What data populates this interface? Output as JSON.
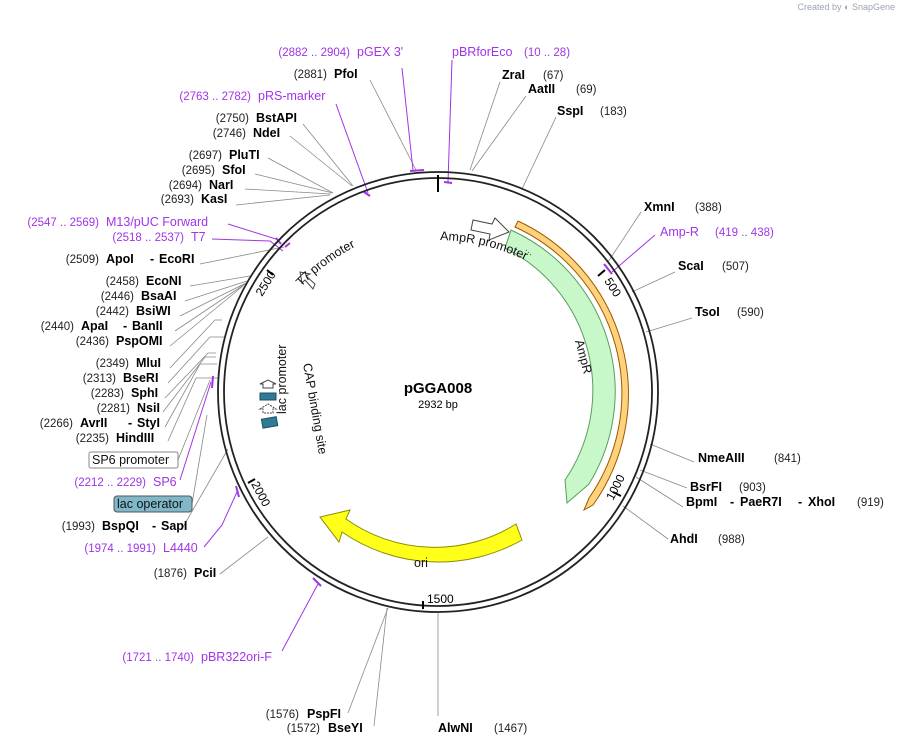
{
  "credit": {
    "prefix": "Created by",
    "brand": "SnapGene"
  },
  "plasmid": {
    "name": "pGGA008",
    "length_label": "2932 bp",
    "length_bp": 2932
  },
  "colors": {
    "primer": "#a034e8",
    "ampr_fill": "#c8f7c9",
    "ampr_stroke": "#5a9e5a",
    "ori_fill": "#ffff1a",
    "ori_stroke": "#8c8c00",
    "orf_fill": "#ffd27d",
    "orf_stroke": "#a05a00",
    "backbone": "#222222",
    "lac_operator_bg": "#7fb8c8"
  },
  "ticks": [
    "500",
    "1000",
    "1500",
    "2000",
    "2500"
  ],
  "enzymes_right": [
    {
      "name": "ZraI",
      "pos": "(67)"
    },
    {
      "name": "AatII",
      "pos": "(69)"
    },
    {
      "name": "SspI",
      "pos": "(183)"
    },
    {
      "name": "XmnI",
      "pos": "(388)"
    },
    {
      "name": "ScaI",
      "pos": "(507)"
    },
    {
      "name": "TsoI",
      "pos": "(590)"
    },
    {
      "name": "NmeAIII",
      "pos": "(841)"
    },
    {
      "name": "BsrFI",
      "pos": "(903)"
    },
    {
      "name": "BpmI",
      "sep1": "-",
      "name2": "PaeR7I",
      "sep2": "-",
      "name3": "XhoI",
      "pos": "(919)"
    },
    {
      "name": "AhdI",
      "pos": "(988)"
    }
  ],
  "enzymes_bottom": [
    {
      "name": "AlwNI",
      "pos": "(1467)"
    },
    {
      "name": "PspFI",
      "pos": "(1576)"
    },
    {
      "name": "BseYI",
      "pos": "(1572)"
    }
  ],
  "enzymes_left": [
    {
      "name": "PfoI",
      "pos": "(2881)"
    },
    {
      "name": "BstAPI",
      "pos": "(2750)"
    },
    {
      "name": "NdeI",
      "pos": "(2746)"
    },
    {
      "name": "PluTI",
      "pos": "(2697)"
    },
    {
      "name": "SfoI",
      "pos": "(2695)"
    },
    {
      "name": "NarI",
      "pos": "(2694)"
    },
    {
      "name": "KasI",
      "pos": "(2693)"
    },
    {
      "name": "ApoI",
      "sep": "-",
      "name2": "EcoRI",
      "pos": "(2509)"
    },
    {
      "name": "EcoNI",
      "pos": "(2458)"
    },
    {
      "name": "BsaAI",
      "pos": "(2446)"
    },
    {
      "name": "BsiWI",
      "pos": "(2442)"
    },
    {
      "name": "ApaI",
      "sep": "-",
      "name2": "BanII",
      "pos": "(2440)"
    },
    {
      "name": "PspOMI",
      "pos": "(2436)"
    },
    {
      "name": "MluI",
      "pos": "(2349)"
    },
    {
      "name": "BseRI",
      "pos": "(2313)"
    },
    {
      "name": "SphI",
      "pos": "(2283)"
    },
    {
      "name": "NsiI",
      "pos": "(2281)"
    },
    {
      "name": "AvrII",
      "sep": "-",
      "name2": "StyI",
      "pos": "(2266)"
    },
    {
      "name": "HindIII",
      "pos": "(2235)"
    },
    {
      "name": "BspQI",
      "sep": "-",
      "name2": "SapI",
      "pos": "(1993)"
    },
    {
      "name": "PciI",
      "pos": "(1876)"
    }
  ],
  "primers": [
    {
      "label": "pGEX 3'",
      "range": "(2882 .. 2904)"
    },
    {
      "label": "pBRforEco",
      "range": "(10 .. 28)"
    },
    {
      "label": "pRS-marker",
      "range": "(2763 .. 2782)"
    },
    {
      "label": "Amp-R",
      "range": "(419 .. 438)"
    },
    {
      "label": "M13/pUC Forward",
      "range": "(2547 .. 2569)"
    },
    {
      "label": "T7",
      "range": "(2518 .. 2537)"
    },
    {
      "label": "SP6",
      "range": "(2212 .. 2229)"
    },
    {
      "label": "L4440",
      "range": "(1974 .. 1991)"
    },
    {
      "label": "pBR322ori-F",
      "range": "(1721 .. 1740)"
    }
  ],
  "boxed_features": [
    {
      "label": "SP6 promoter"
    },
    {
      "label": "lac operator"
    }
  ],
  "features": [
    {
      "label": "AmpR promoter"
    },
    {
      "label": "AmpR"
    },
    {
      "label": "ori"
    },
    {
      "label": "T7 promoter"
    },
    {
      "label": "lac promoter"
    },
    {
      "label": "CAP binding site"
    }
  ]
}
